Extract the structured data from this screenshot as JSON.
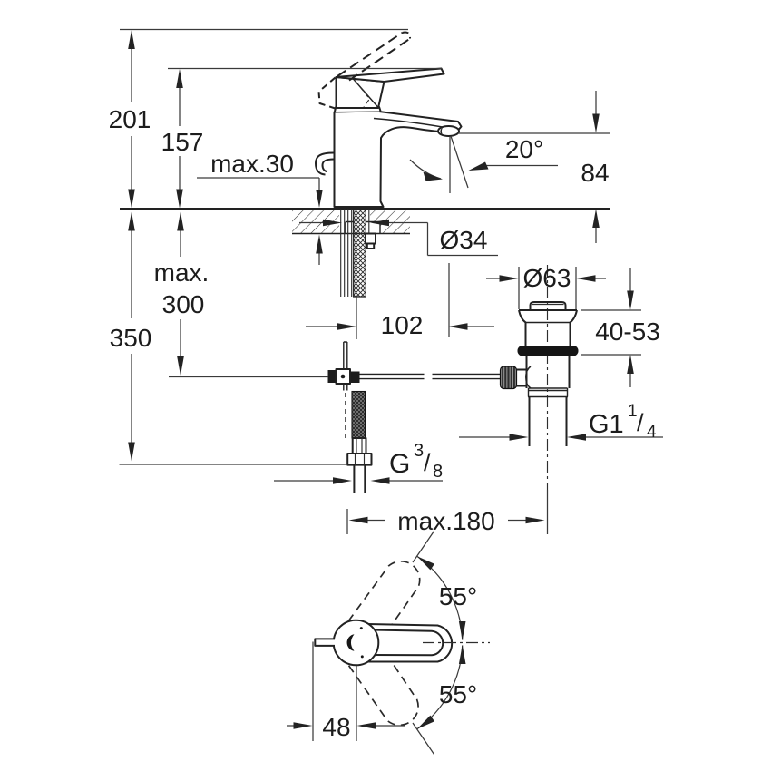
{
  "drawing": {
    "kind": "single-lever basin mixer installation drawing",
    "units": "mm",
    "colors": {
      "line": "#222222",
      "background": "#ffffff"
    },
    "side_view": {
      "overall_height": "201",
      "lever_tip_height": "157",
      "max_deck_thickness": "max.30",
      "spout_angle": "20°",
      "outlet_height": "84",
      "shank_diameter": "Ø34",
      "hose_note_line1": "max.",
      "hose_note_line2": "300",
      "hose_length": "350",
      "spout_projection": "102",
      "waste_flange_diameter": "Ø63",
      "waste_deck_range": "40-53",
      "rod_max_reach": "max.180",
      "waste_thread": {
        "base": "G1",
        "sup": "1",
        "slash": "/",
        "sub": "4"
      },
      "supply_thread": {
        "base": "G",
        "sup": "3",
        "slash": "/",
        "sub": "8"
      }
    },
    "top_view": {
      "swivel_upper": "55°",
      "swivel_lower": "55°",
      "base_width": "48"
    }
  }
}
